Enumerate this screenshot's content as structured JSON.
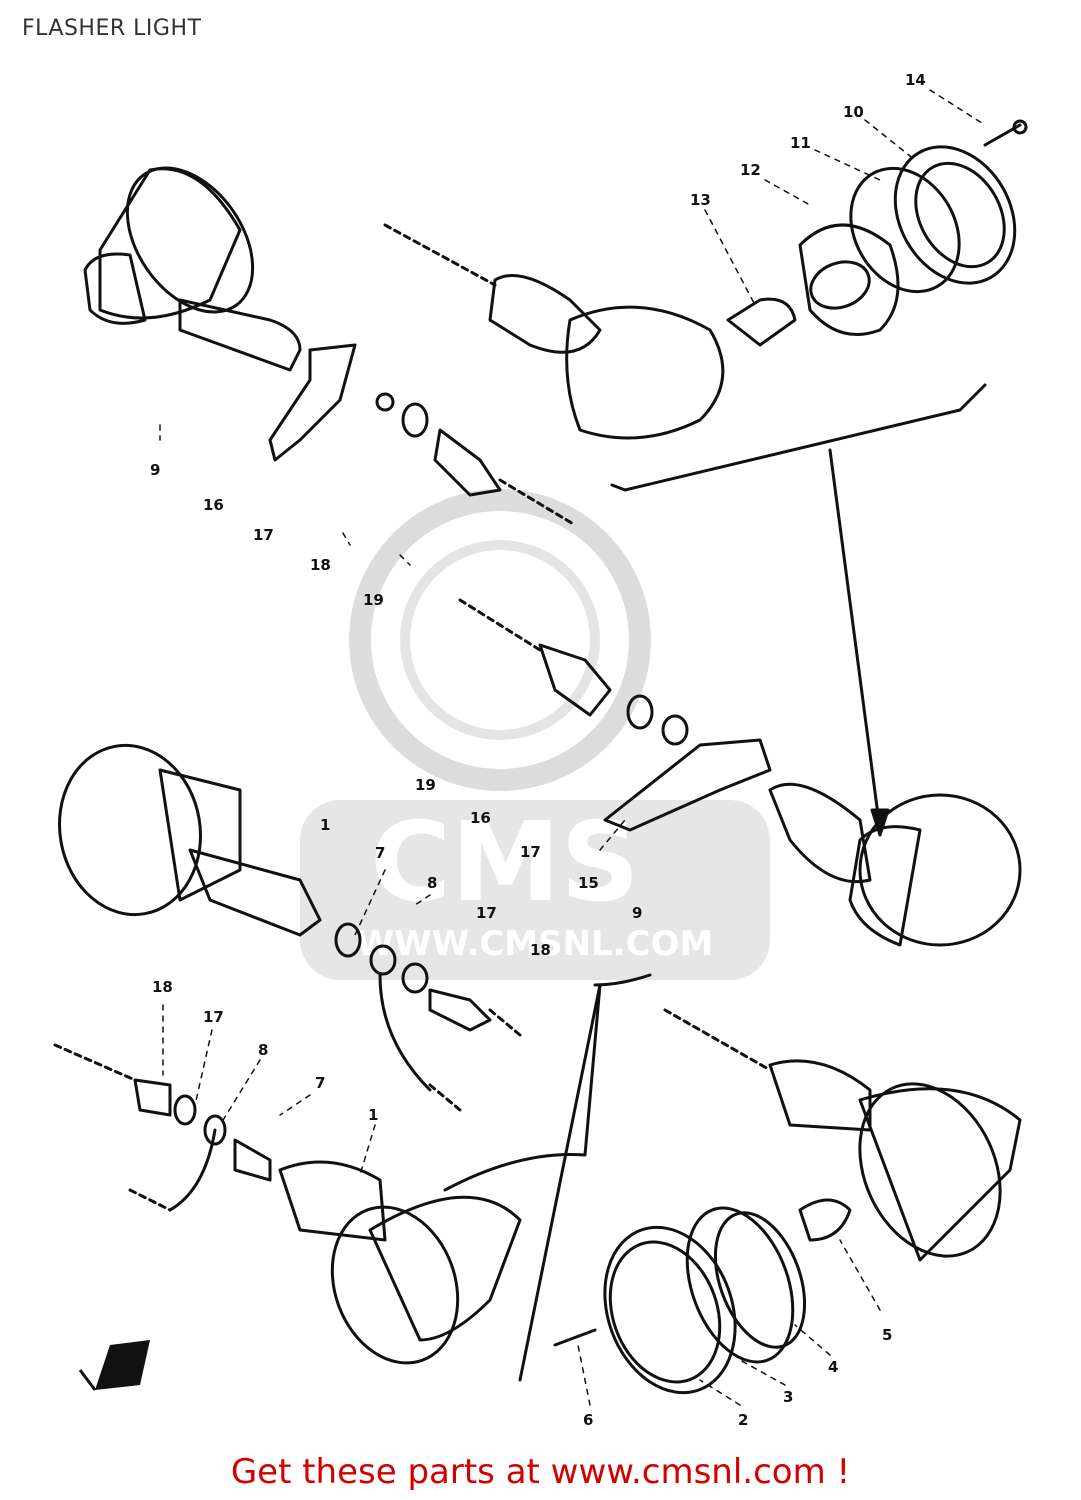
{
  "title": "FLASHER LIGHT",
  "footer": "Get these parts at www.cmsnl.com !",
  "watermark": {
    "brand": "CMS",
    "url": "WWW.CMSNL.COM",
    "color": "#d9d9d9"
  },
  "callouts": [
    "14",
    "10",
    "11",
    "12",
    "13",
    "9",
    "16",
    "17",
    "18",
    "19",
    "19",
    "1",
    "16",
    "17",
    "15",
    "7",
    "8",
    "17",
    "9",
    "18",
    "18",
    "17",
    "8",
    "7",
    "1",
    "5",
    "4",
    "3",
    "2",
    "6"
  ],
  "colors": {
    "line": "#111111",
    "footer": "#d40000"
  },
  "icons": [
    "front-arrow-icon"
  ]
}
